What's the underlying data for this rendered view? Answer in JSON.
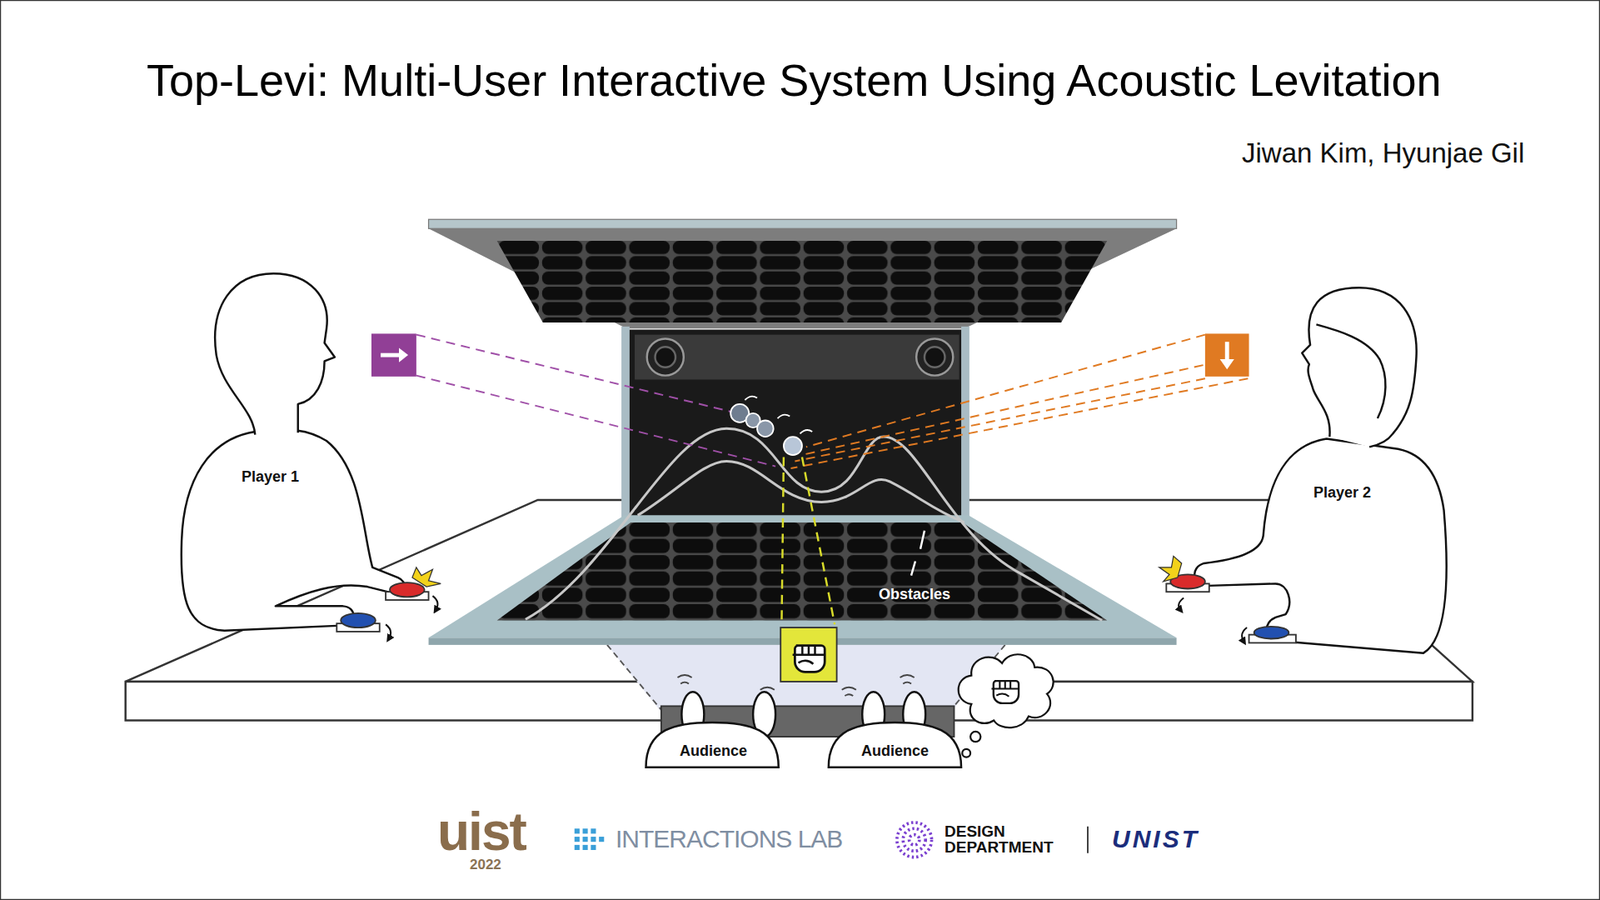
{
  "diagram": {
    "title": "Top-Levi: Multi-User Interactive System Using Acoustic Levitation",
    "labels": [
      "Jiwan Kim, Hyunjae Gil",
      "Player 1",
      "Player 2",
      "Obstacles",
      "Audience",
      "Audience",
      "uist",
      "2022",
      "INTERACTIONS LAB",
      "DESIGN DEPARTMENT",
      "UNIST"
    ]
  }
}
